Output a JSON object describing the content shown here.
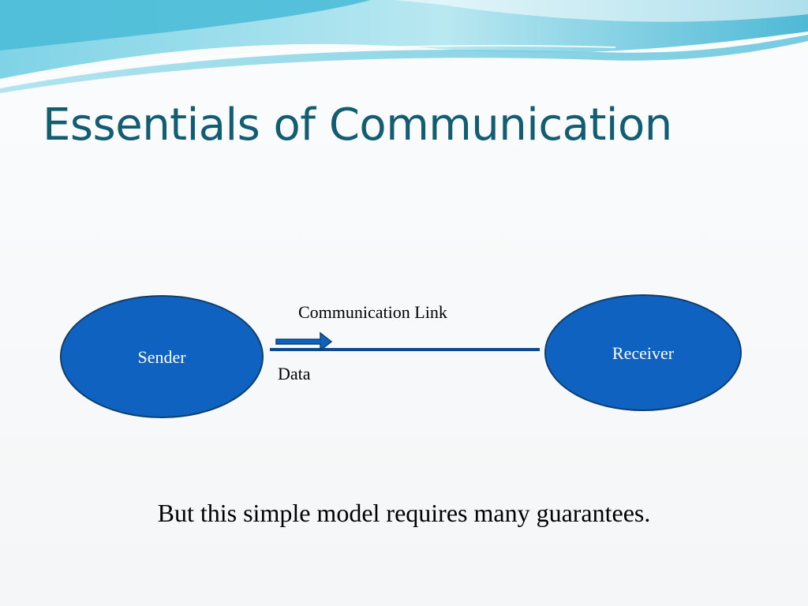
{
  "slide": {
    "title": "Essentials of Communication",
    "caption": "But this simple model requires many guarantees."
  },
  "diagram": {
    "nodes": {
      "sender": {
        "label": "Sender"
      },
      "receiver": {
        "label": "Receiver"
      }
    },
    "link": {
      "label": "Communication Link",
      "data_label": "Data"
    }
  },
  "colors": {
    "title": "#135d72",
    "node_fill": "#0f62c0",
    "node_stroke": "#0d3f6e",
    "link": "#0d4a8c",
    "wave_accent": "#5bc8df"
  },
  "icons": {
    "data_arrow": "right-arrow-icon"
  }
}
